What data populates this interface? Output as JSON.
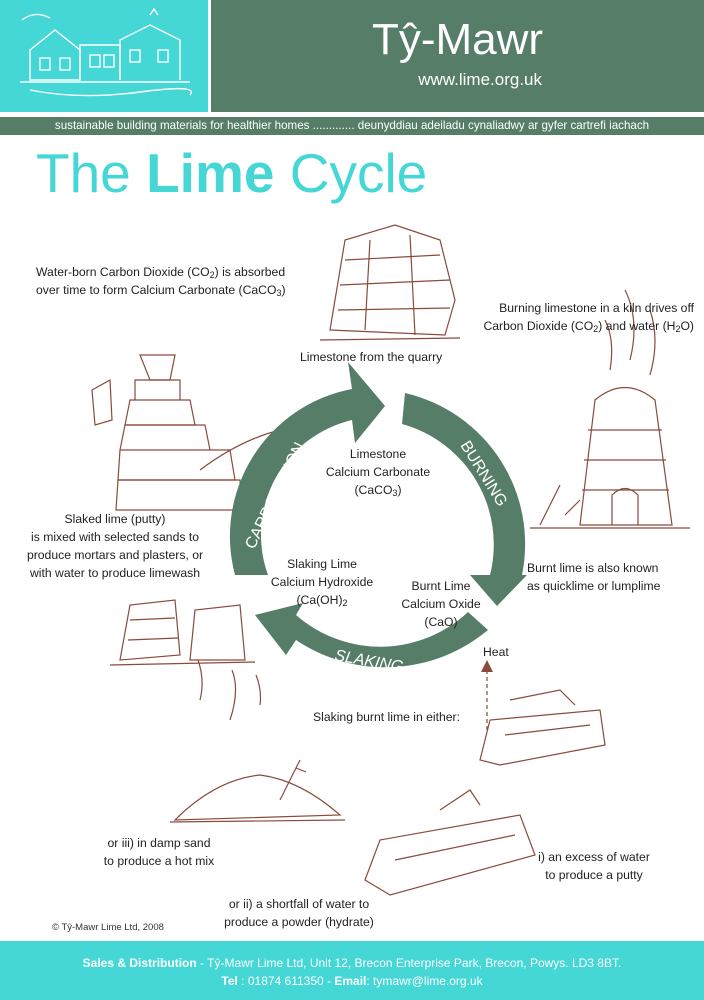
{
  "header": {
    "brand": "Tŷ-Mawr",
    "website": "www.lime.org.uk",
    "tagline": "sustainable building materials for healthier homes ............. deunyddiau adeiladu cynaliadwy ar gyfer cartrefi iachach"
  },
  "title": {
    "part1": "The ",
    "bold": "Lime",
    "part2": " Cycle"
  },
  "cycle": {
    "stages": [
      "CARBONATION",
      "BURNING",
      "SLAKING"
    ],
    "nodes": {
      "limestone": {
        "name": "Limestone",
        "compound": "Calcium Carbonate",
        "formula_a": "(CaCO",
        "formula_sub": "3",
        "formula_b": ")"
      },
      "burnt": {
        "name": "Burnt Lime",
        "compound": "Calcium Oxide",
        "formula": "(CaO)"
      },
      "slaking": {
        "name": "Slaking Lime",
        "compound": "Calcium Hydroxide",
        "formula_a": "(Ca(OH)",
        "formula_sub": "2"
      }
    }
  },
  "annotations": {
    "carbon_1a": "Water-born Carbon Dioxide (CO",
    "carbon_1sub": "2",
    "carbon_1b": ") is absorbed",
    "carbon_2a": "over time to form Calcium Carbonate (CaCO",
    "carbon_2sub": "3",
    "carbon_2b": ")",
    "quarry": "Limestone from the quarry",
    "burn_1": "Burning limestone in a kiln drives off",
    "burn_2a": "Carbon Dioxide (CO",
    "burn_2sub": "2",
    "burn_2b": ") and water (H",
    "burn_2sub2": "2",
    "burn_2c": "O)",
    "quick_1": "Burnt lime is also known",
    "quick_2": "as quicklime or lumplime",
    "slaked_1": "Slaked lime (putty)",
    "slaked_2": "is mixed with selected sands to",
    "slaked_3": "produce mortars and plasters, or",
    "slaked_4": "with water to produce limewash",
    "heat": "Heat",
    "slaking_in": "Slaking burnt lime in either:",
    "option_i_1": "i) an excess of water",
    "option_i_2": "to produce a putty",
    "option_ii_1": "or ii) a shortfall of water to",
    "option_ii_2": "produce  a powder (hydrate)",
    "option_iii_1": "or iii) in damp sand",
    "option_iii_2": "to produce a hot mix",
    "copyright": "© Tŷ-Mawr Lime Ltd, 2008"
  },
  "footer": {
    "sales_label": "Sales & Distribution",
    "sales_text": " - Tŷ-Mawr Lime Ltd, Unit 12, Brecon Enterprise Park, Brecon, Powys. LD3 8BT.",
    "tel_label": "Tel",
    "tel_text": " : 01874 611350 - ",
    "email_label": "Email",
    "email_text": ": tymawr@lime.org.uk"
  },
  "colors": {
    "teal": "#45d6d6",
    "green": "#567d68",
    "sketch": "#8a4a3c"
  }
}
